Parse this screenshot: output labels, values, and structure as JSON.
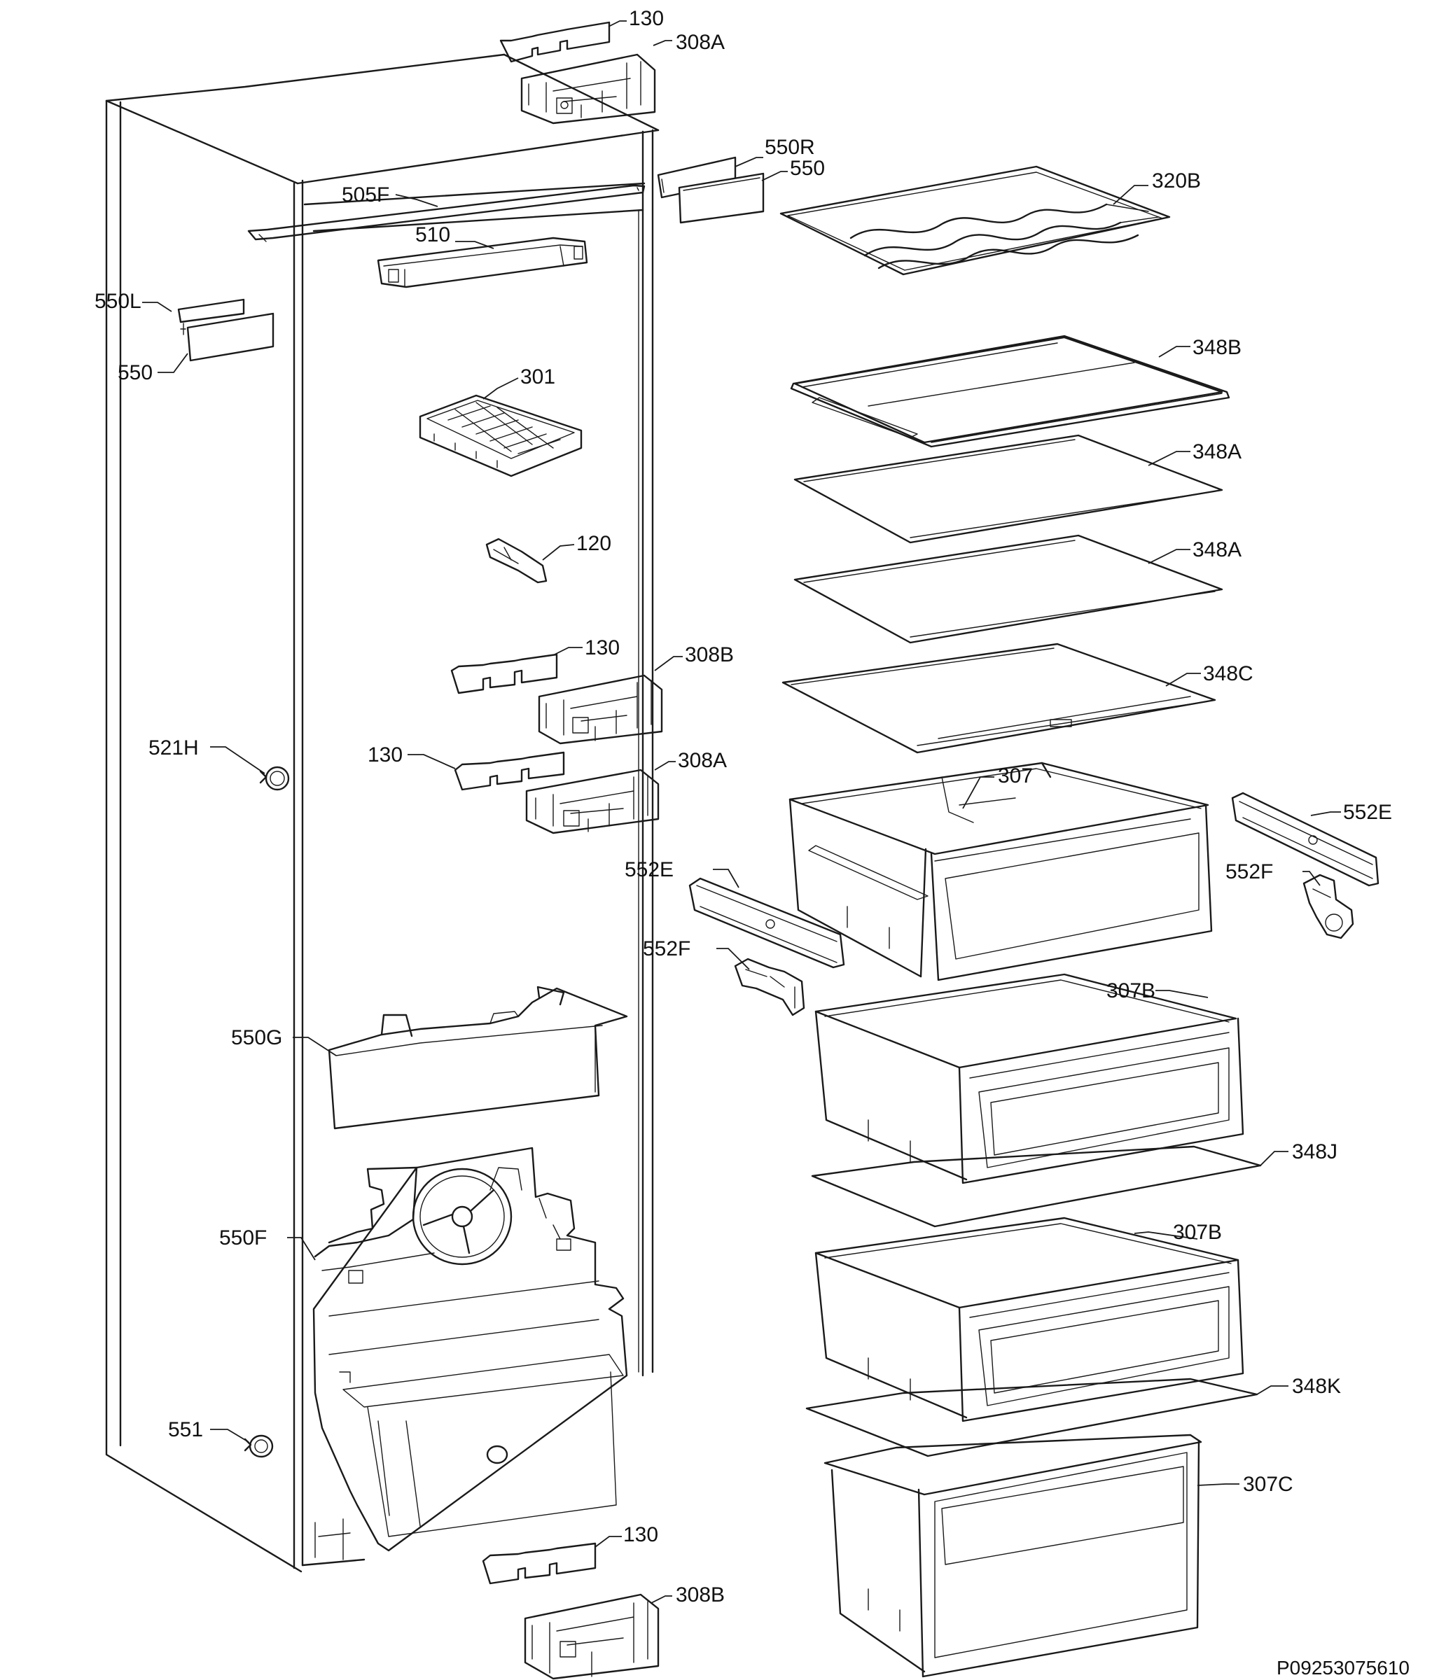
{
  "labels": {
    "l130a": "130",
    "l308a_top": "308A",
    "l550r": "550R",
    "l550_right": "550",
    "l320b": "320B",
    "l505f": "505F",
    "l510": "510",
    "l550l": "550L",
    "l550_left": "550",
    "l301": "301",
    "l348b": "348B",
    "l348a_1": "348A",
    "l120": "120",
    "l348a_2": "348A",
    "l130b": "130",
    "l308b_mid": "308B",
    "l348c": "348C",
    "l521h": "521H",
    "l130c": "130",
    "l308a_mid": "308A",
    "l307": "307",
    "l552e_right": "552E",
    "l552e_left": "552E",
    "l552f_right": "552F",
    "l552f_left": "552F",
    "l307b_1": "307B",
    "l550g": "550G",
    "l348j": "348J",
    "l550f": "550F",
    "l307b_2": "307B",
    "l348k": "348K",
    "l551": "551",
    "l307c": "307C",
    "l130d": "130",
    "l308b_bot": "308B"
  },
  "drawing_code": "P09253075610"
}
